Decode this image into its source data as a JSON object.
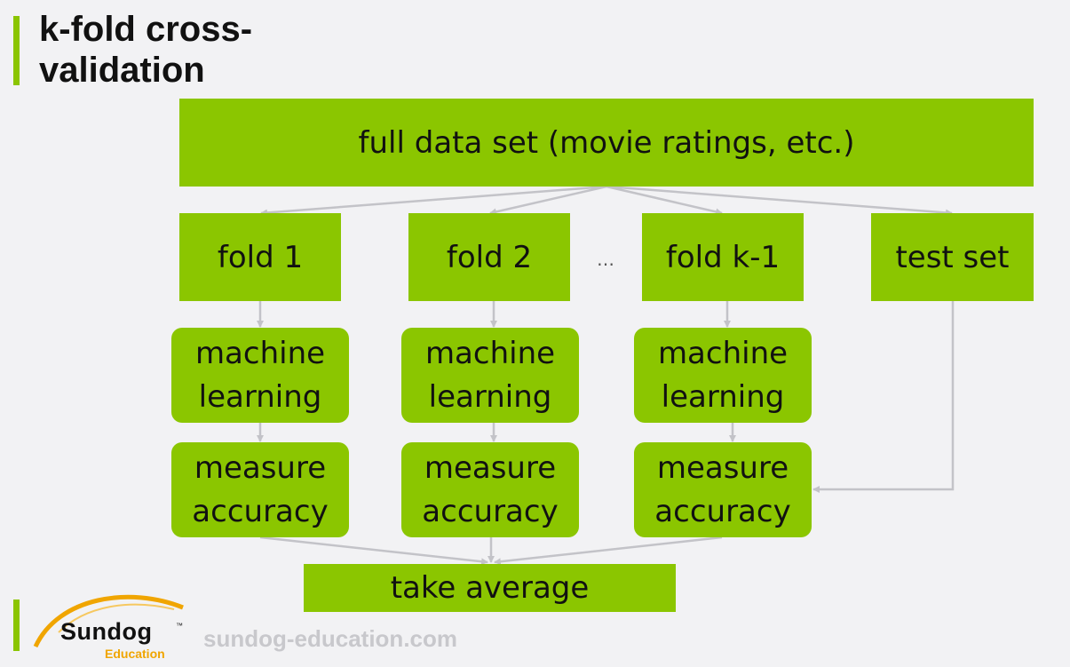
{
  "title": "k-fold cross-validation",
  "full_data": "full data set (movie ratings, etc.)",
  "folds": [
    {
      "label": "fold 1",
      "ml": [
        "machine",
        "learning"
      ],
      "measure": [
        "measure",
        "accuracy"
      ]
    },
    {
      "label": "fold 2",
      "ml": [
        "machine",
        "learning"
      ],
      "measure": [
        "measure",
        "accuracy"
      ]
    },
    {
      "label": "fold k-1",
      "ml": [
        "machine",
        "learning"
      ],
      "measure": [
        "measure",
        "accuracy"
      ]
    }
  ],
  "ellipsis": "…",
  "test_set": "test set",
  "take_average": "take average",
  "logo": {
    "word": "Sundog",
    "tm": "™",
    "sub": "Education"
  },
  "footer_url": "sundog-education.com",
  "colors": {
    "box": "#8bc600",
    "accent": "#8bc500",
    "arrow": "#c3c3c8",
    "logo_arc": "#f0a500"
  }
}
